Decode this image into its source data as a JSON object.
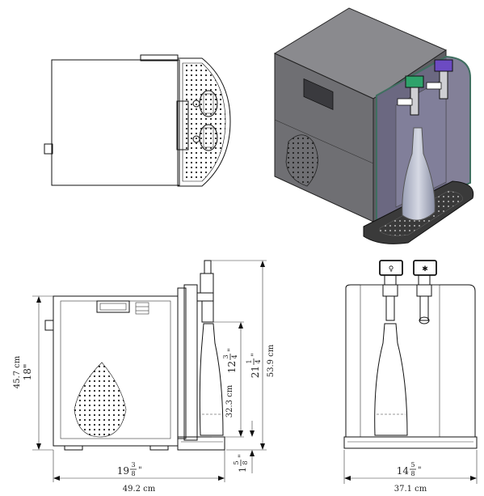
{
  "dimensions": {
    "height_cm": "45.7 cm",
    "height_in": "18\"",
    "width_in_whole": "19",
    "width_in_num": "3",
    "width_in_den": "8",
    "width_in_unit": "\"",
    "width_cm": "49.2 cm",
    "bottle_cm": "32.3 cm",
    "bottle_in_whole": "12",
    "bottle_in_num": "3",
    "bottle_in_den": "4",
    "bottle_in_unit": "\"",
    "total_in_whole": "21",
    "total_in_num": "1",
    "total_in_den": "4",
    "total_in_unit": "\"",
    "total_cm": "53.9 cm",
    "base_in_whole": "1",
    "base_in_num": "5",
    "base_in_den": "8",
    "base_in_unit": "\"",
    "depth_in_whole": "14",
    "depth_in_num": "5",
    "depth_in_den": "8",
    "depth_in_unit": "\"",
    "depth_cm": "37.1 cm"
  },
  "colors": {
    "line": "#111111",
    "body_iso": "#6f6f73",
    "top_iso": "#8a8a8e",
    "door": "#6d6a86",
    "door_edge": "#3f6f60",
    "tray": "#3a3a3a",
    "display_green": "#2ea36b",
    "display_purple": "#6c4bc2"
  }
}
